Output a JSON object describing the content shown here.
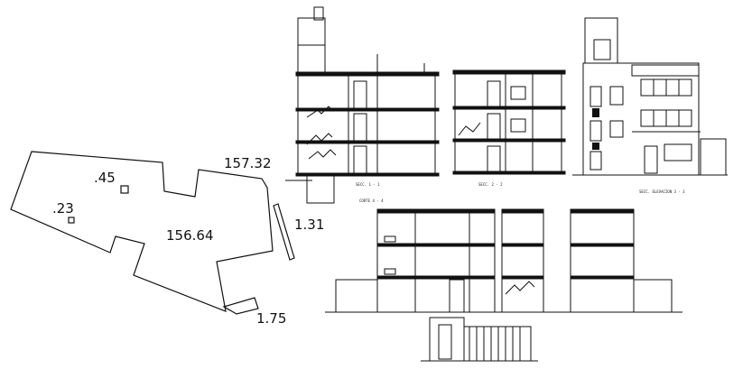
{
  "site_plan": {
    "spot_levels": [
      ".45",
      ".23",
      "156.64"
    ],
    "edge_levels": [
      "157.32",
      "1.31",
      "1.75"
    ]
  },
  "drawing_titles": {
    "section_a": "SECC. 1 - 1",
    "section_b": "SECC. 2 - 2",
    "elevation": "SECC. ELEVACION 3 - 3",
    "section_c": "CORTE 4 - 4"
  },
  "colors": {
    "line": "#111111",
    "background": "#ffffff"
  }
}
